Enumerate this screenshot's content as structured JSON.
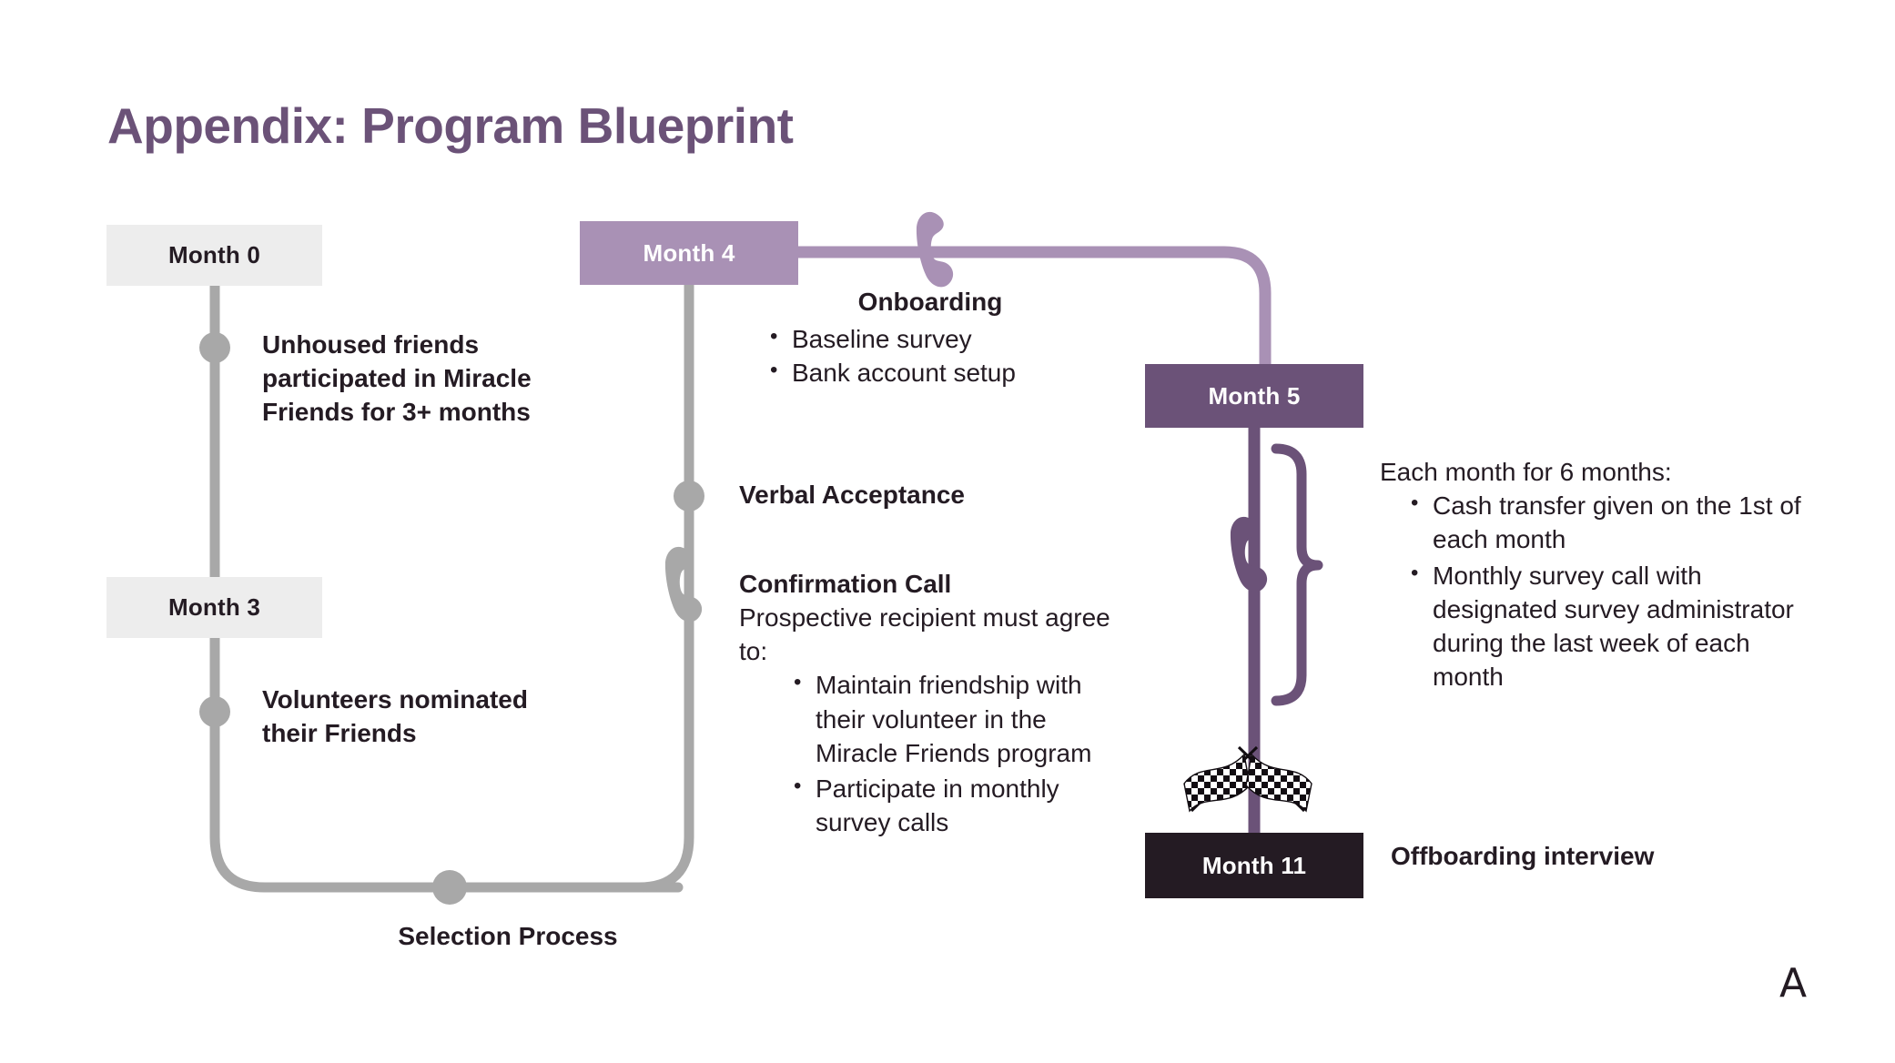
{
  "slide": {
    "title": "Appendix: Program Blueprint",
    "page_marker": "A"
  },
  "colors": {
    "title_purple": "#6B5278",
    "light_gray_chip": "#EDEDED",
    "gray_line": "#A8A8A8",
    "light_purple": "#A991B5",
    "dark_purple": "#6B5278",
    "near_black": "#241B23",
    "text": "#241B23"
  },
  "track_selection": {
    "month_0_label": "Month 0",
    "month_0_milestone": "Unhoused friends participated in Miracle Friends for 3+ months",
    "month_3_label": "Month 3",
    "month_3_milestone": "Volunteers nominated their Friends",
    "footer_label": "Selection Process"
  },
  "track_enrollment": {
    "month_4_label": "Month 4",
    "onboarding": {
      "title": "Onboarding",
      "bullets": [
        "Baseline survey",
        "Bank account setup"
      ]
    },
    "verbal_acceptance_label": "Verbal Acceptance",
    "confirmation_call": {
      "title": "Confirmation Call",
      "intro": "Prospective recipient must agree to:",
      "bullets": [
        "Maintain friendship with their volunteer in the Miracle Friends program",
        "Participate in monthly survey calls"
      ]
    }
  },
  "track_program": {
    "month_5_label": "Month 5",
    "monthly": {
      "intro": "Each month for 6 months:",
      "bullets": [
        "Cash transfer given on the 1st of each month",
        "Monthly survey call with designated survey administrator during the last week of each month"
      ]
    },
    "month_11_label": "Month 11",
    "offboarding_label": "Offboarding interview"
  },
  "icons": {
    "phone_top": "phone-handset-icon",
    "phone_confirmation": "phone-handset-icon",
    "phone_survey": "phone-handset-icon",
    "flags": "checkered-flags-icon",
    "brace": "curly-brace-icon"
  }
}
